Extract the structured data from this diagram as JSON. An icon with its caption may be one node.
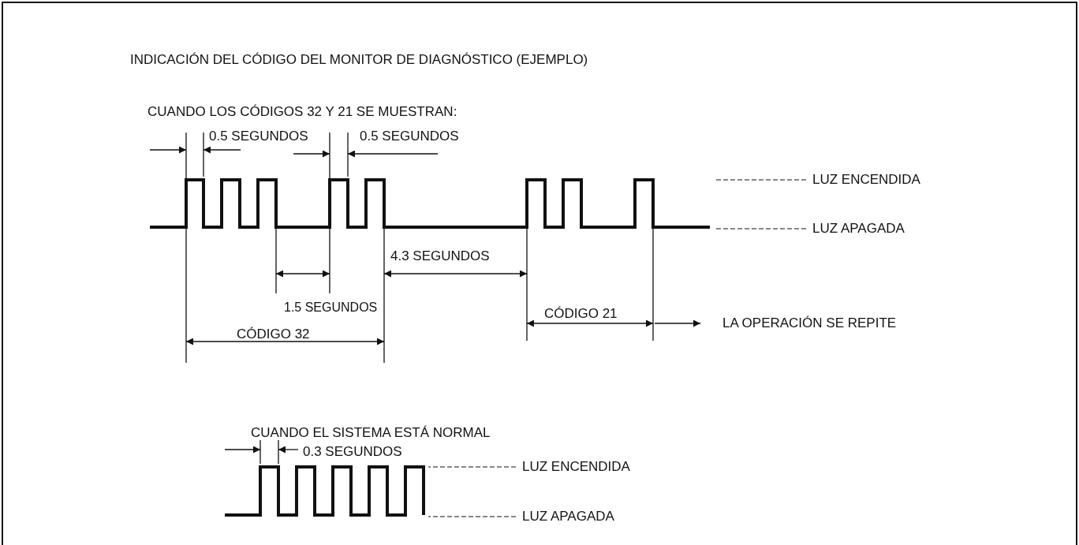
{
  "diagram": {
    "title": "INDICACIÓN DEL CÓDIGO DEL MONITOR DE DIAGNÓSTICO (EJEMPLO)",
    "nodes": [
      {
        "text": [],
        "shape": "picture"
      },
      {
        "text": [
          "LUZ ENCENDIDA"
        ]
      },
      {
        "text": [
          "LUZ APAGADA"
        ]
      },
      {
        "text": [],
        "shape": "picture"
      },
      {
        "text": [
          "LUZ ENCENDIDA"
        ]
      },
      {
        "text": [
          "LUZ APAGADA"
        ]
      }
    ],
    "edges": [
      {
        "from": 1,
        "to": 0,
        "arrow": "none",
        "style": "dashed"
      },
      {
        "from": 2,
        "to": 0,
        "arrow": "none",
        "style": "dashed"
      },
      {
        "from": 4,
        "to": 3,
        "arrow": "none",
        "style": "dashed"
      },
      {
        "from": 5,
        "to": 3,
        "arrow": "none",
        "style": "dashed"
      }
    ],
    "labels": [
      "CUANDO LOS CÓDIGOS 32 Y 21 SE MUESTRAN:",
      "0.5 SEGUNDOS",
      "0.5 SEGUNDOS",
      "4.3 SEGUNDOS",
      "1.5 SEGUNDOS",
      "CÓDIGO 21",
      "LA OPERACIÓN SE REPITE",
      "CÓDIGO 32",
      "CUANDO EL SISTEMA ESTÁ NORMAL",
      "0.3 SEGUNDOS"
    ]
  }
}
